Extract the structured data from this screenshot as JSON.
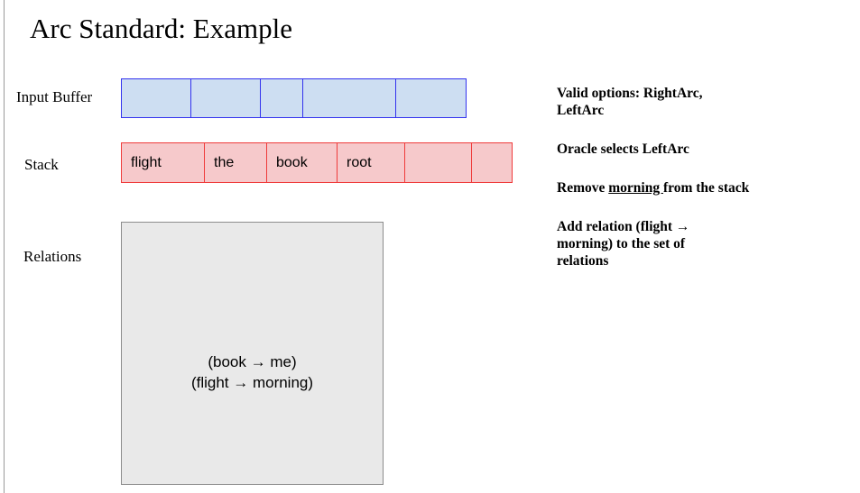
{
  "slide": {
    "title": "Arc Standard: Example"
  },
  "labels": {
    "input_buffer": "Input Buffer",
    "stack": "Stack",
    "relations": "Relations"
  },
  "input_buffer": {
    "cells": [
      {
        "text": "",
        "width": 78
      },
      {
        "text": "",
        "width": 78
      },
      {
        "text": "",
        "width": 48
      },
      {
        "text": "",
        "width": 104
      },
      {
        "text": "",
        "width": 79
      }
    ]
  },
  "stack": {
    "cells": [
      {
        "text": "flight",
        "width": 93
      },
      {
        "text": "the",
        "width": 70
      },
      {
        "text": "book",
        "width": 79
      },
      {
        "text": "root",
        "width": 76
      },
      {
        "text": "",
        "width": 75
      },
      {
        "text": "",
        "width": 46
      }
    ]
  },
  "relations": {
    "text": "(book → me)\n(flight → morning)",
    "items": [
      "(book → me)",
      "(flight → morning)"
    ]
  },
  "notes": {
    "valid_options": "Valid options: RightArc,\nLeftArc",
    "oracle_selects": "Oracle selects LeftArc",
    "remove": {
      "prefix": "Remove ",
      "underlined": "morning ",
      "suffix": "from the stack"
    },
    "add_relation": "Add relation (flight →\nmorning) to the set of\nrelations"
  },
  "colors": {
    "input_buffer_fill": "#cddef2",
    "input_buffer_border": "#3333ee",
    "stack_fill": "#f6c9cb",
    "stack_border": "#ef3b3b",
    "relations_fill": "#e9e9e9",
    "relations_border": "#8c8c8c",
    "text": "#000000",
    "background": "#ffffff",
    "left_rule": "#9a9a9a"
  }
}
